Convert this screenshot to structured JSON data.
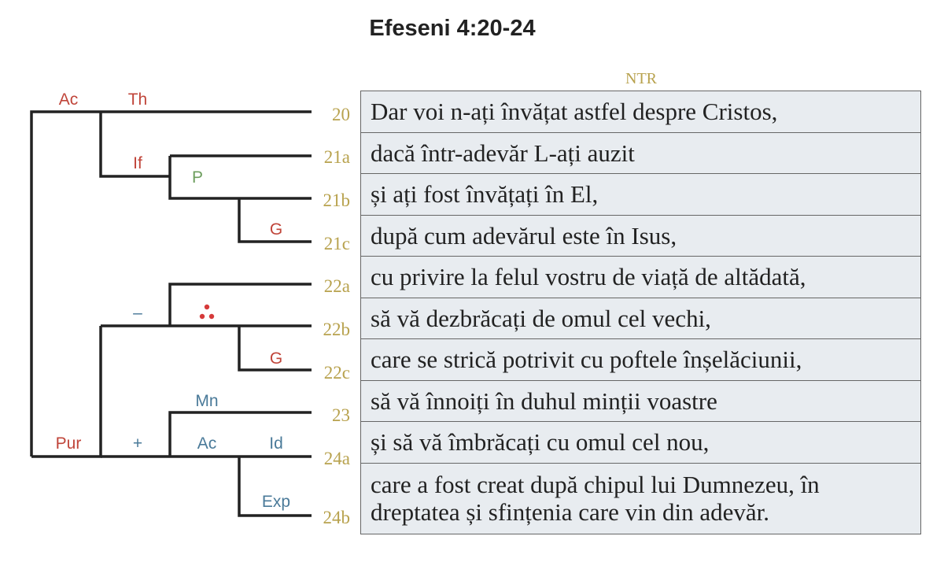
{
  "title": "Efeseni 4:20-24",
  "version": "NTR",
  "tree_labels": {
    "ac_top": "Ac",
    "th": "Th",
    "if": "If",
    "p": "P",
    "g_upper": "G",
    "minus": "–",
    "g_lower": "G",
    "mn": "Mn",
    "pur": "Pur",
    "plus": "+",
    "ac_bottom": "Ac",
    "id": "Id",
    "exp": "Exp"
  },
  "colors": {
    "red_label": "#c0453a",
    "green_label": "#6d9e5e",
    "blue_label": "#4a7a99",
    "verse_label": "#b8a24e",
    "cell_bg": "#e8ecf0",
    "dot": "#d63a3a"
  },
  "verses": [
    {
      "ref": "20",
      "text": "Dar voi n-ați învățat astfel despre Cristos,"
    },
    {
      "ref": "21a",
      "text": "dacă într-adevăr L-ați auzit"
    },
    {
      "ref": "21b",
      "text": "și ați fost învățați în El,"
    },
    {
      "ref": "21c",
      "text": "după cum adevărul este în Isus,"
    },
    {
      "ref": "22a",
      "text": "cu privire la felul vostru de viață de altădată,"
    },
    {
      "ref": "22b",
      "text": "să vă dezbrăcați de omul cel vechi,"
    },
    {
      "ref": "22c",
      "text": "care se strică potrivit cu poftele înșelăciunii,"
    },
    {
      "ref": "23",
      "text": "să vă înnoiți în duhul minții voastre"
    },
    {
      "ref": "24a",
      "text": "și să vă îmbrăcați cu omul cel nou,"
    },
    {
      "ref": "24b",
      "text": "care a fost creat după chipul lui Dumnezeu, în dreptatea și sfințenia care vin din adevăr."
    }
  ]
}
